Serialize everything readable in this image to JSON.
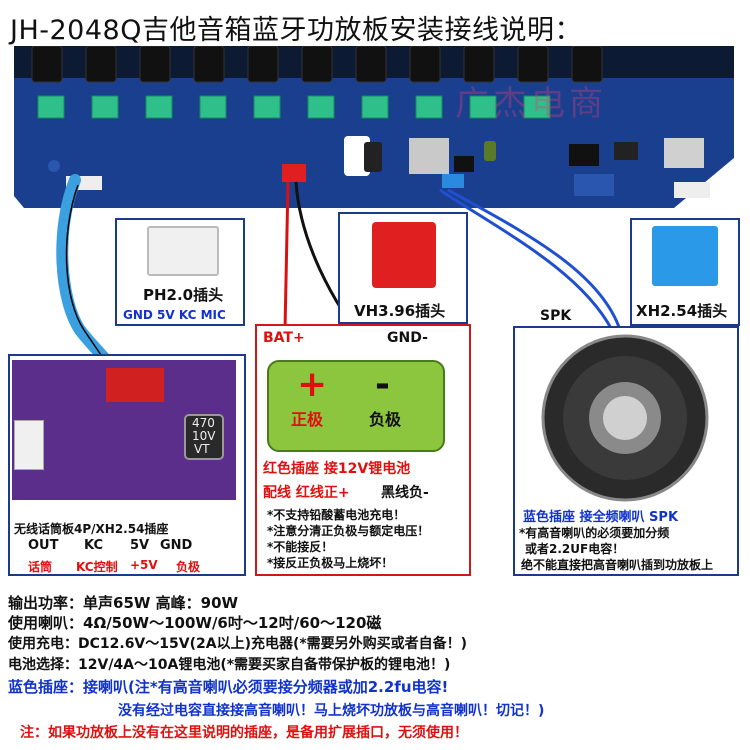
{
  "title": "JH-2048Q吉他音箱蓝牙功放板安装接线说明：",
  "watermark": "广杰电商",
  "connectors": {
    "ph20": {
      "name": "PH2.0插头",
      "pins": "GND 5V KC MIC"
    },
    "vh396": {
      "name": "VH3.96插头"
    },
    "xh254": {
      "name": "XH2.54插头"
    }
  },
  "battery": {
    "bat_plus": "BAT+",
    "gnd_minus": "GND-",
    "plus_symbol": "+",
    "minus_symbol": "-",
    "plus_label": "正极",
    "minus_label": "负极",
    "title": "红色插座 接12V锂电池",
    "wire_line_red": "配线  红线正+",
    "wire_line_black": "黑线负-",
    "notes": [
      "*不支持铅酸蓄电池充电！",
      "*注意分清正负极与额定电压！",
      "*不能接反！",
      "*接反正负极马上烧坏！"
    ]
  },
  "speaker": {
    "label": "SPK",
    "title": "蓝色插座 接全频喇叭  SPK",
    "notes": [
      "*有高音喇叭的必须要加分频",
      "或者2.2UF电容！",
      "绝不能直接把高音喇叭插到功放板上"
    ]
  },
  "mic_board": {
    "title": "无线话筒板4P/XH2.54插座",
    "pins": [
      "OUT",
      "KC",
      "5V",
      "GND"
    ],
    "pins_cn": [
      "话筒",
      "KC控制",
      "+5V",
      "负极"
    ],
    "cap_text": [
      "470",
      "10V",
      "VT"
    ]
  },
  "specs": [
    "输出功率：单声65W 高峰：90W",
    "使用喇叭：4Ω/50W～100W/6吋～12吋/60～120磁",
    "使用充电：DC12.6V～15V(2A以上)充电器(*需要另外购买或者自备！)",
    "电池选择：12V/4A～10A锂电池(*需要买家自备带保护板的锂电池！)"
  ],
  "blue_socket_label": "蓝色插座：",
  "blue_socket_text": "接喇叭(注*有高音喇叭必须要接分频器或加2.2fu电容!",
  "blue_socket_text2": "没有经过电容直接接高音喇叭！马上烧坏功放板与高音喇叭！切记！)",
  "footer_note": "注：如果功放板上没有在这里说明的插座，是备用扩展插口，无须使用！",
  "colors": {
    "board_blue": "#1b3f8f",
    "knob_green": "#2fbf8a",
    "battery_green": "#8cc63f",
    "red_accent": "#e01010",
    "blue_accent": "#1133cc"
  }
}
